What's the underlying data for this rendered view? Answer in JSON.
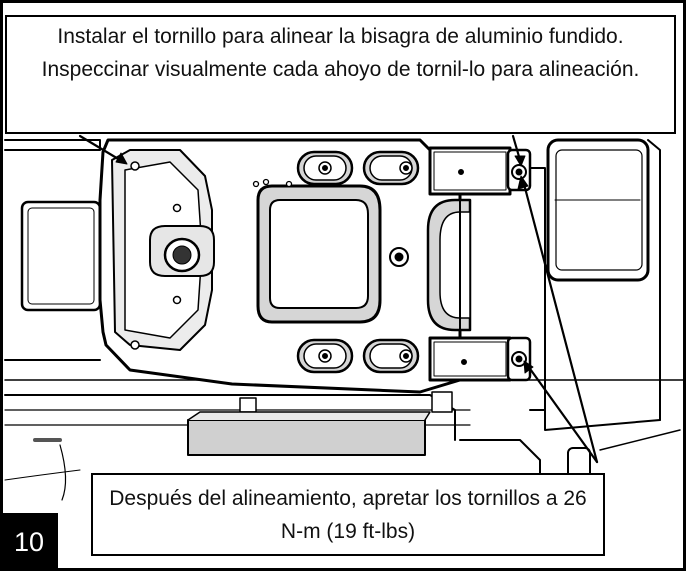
{
  "callouts": {
    "top_text": "Instalar el tornillo para alinear la bisagra de aluminio fundido. Inspeccinar visualmente cada ahoyo de tornil-lo para alineación.",
    "bottom_text": "Después del alineamiento, apretar los tornillos a 26 N-m (19 ft-lbs)"
  },
  "step": {
    "number": "10"
  },
  "colors": {
    "line": "#000000",
    "part_fill": "#ffffff",
    "shadow": "#d8d8d8",
    "background": "#ffffff"
  },
  "icons": {
    "step_badge": "step-number-badge",
    "arrows": "callout-arrow-icon"
  }
}
